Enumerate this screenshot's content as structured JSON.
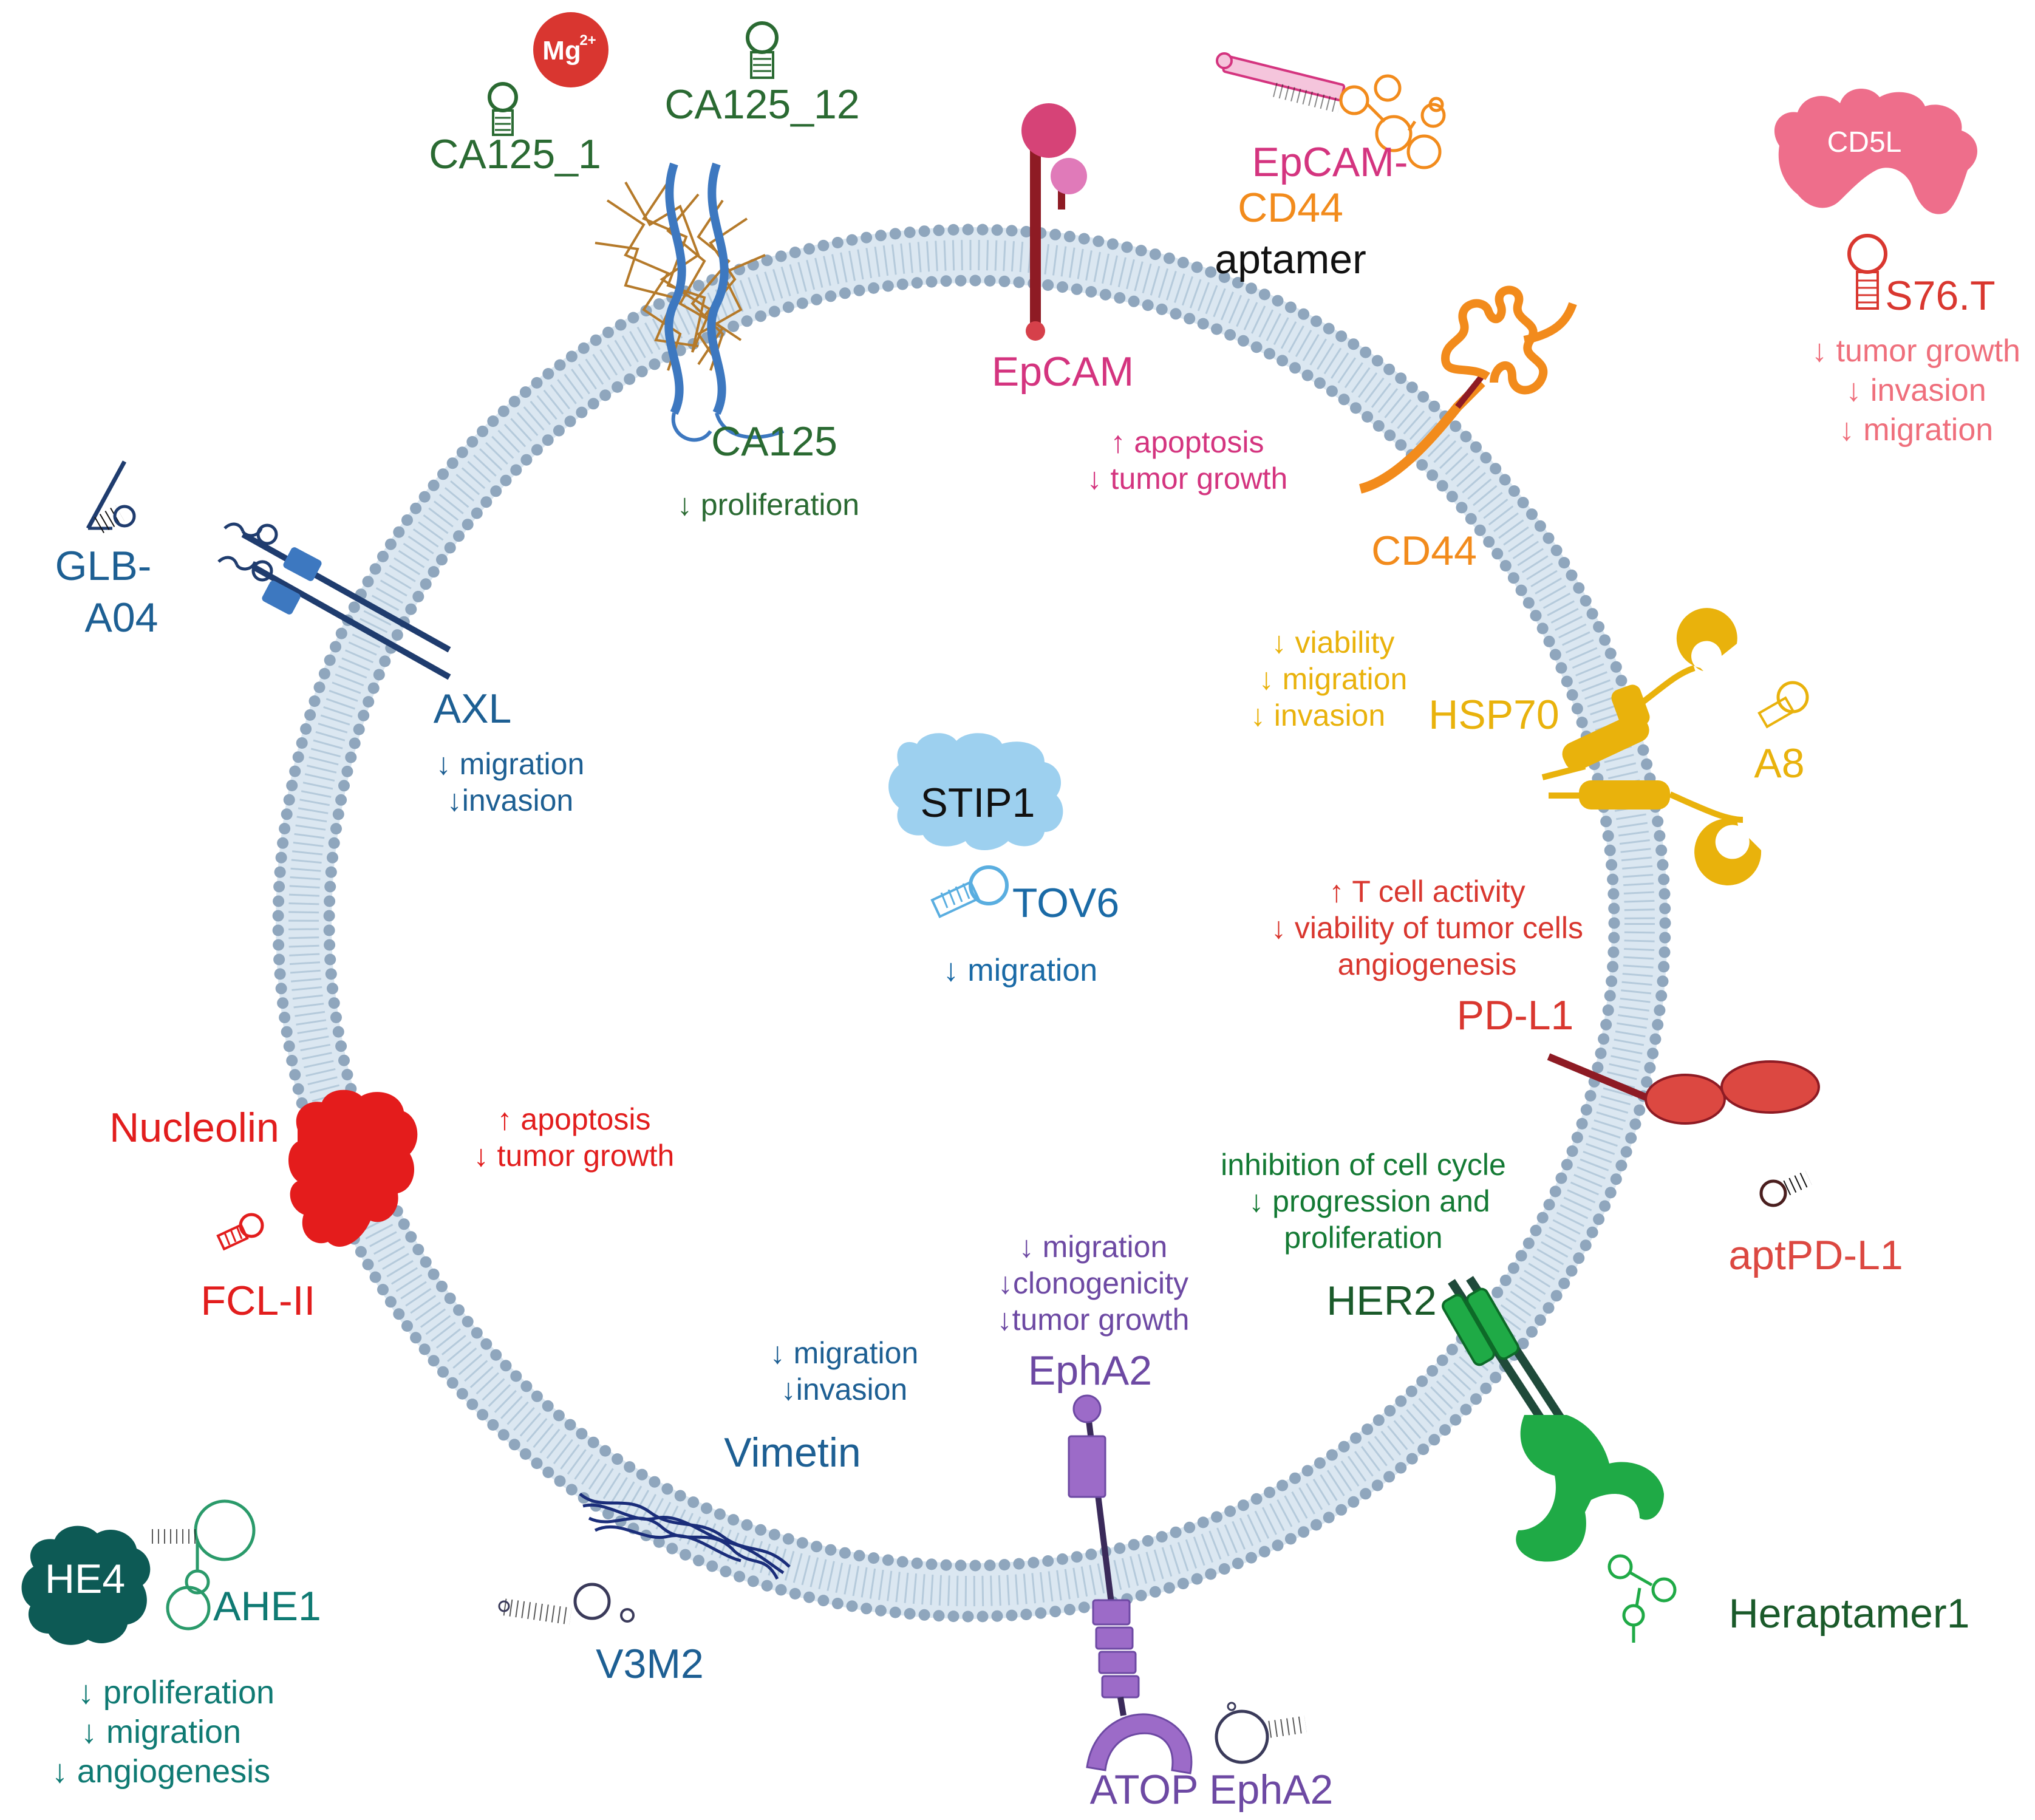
{
  "colors": {
    "membrane": "#8ea7bf",
    "membrane_bead": "#8fa6bd",
    "membrane_fill": "#dbe7f1",
    "ca125": "#2a6a32",
    "epcam": "#d4347f",
    "cd44": "#f28b1c",
    "cd5l": "#e9506b",
    "hsp70": "#e9b20c",
    "axl": "#1d5f93",
    "stip1": "#1a6aa6",
    "pdl1": "#d9372f",
    "nucleolin": "#e21d1d",
    "her2": "#147a34",
    "epha2": "#6d49a3",
    "vimentin": "#1d5f93",
    "he4": "#0f7a73",
    "black": "#111111"
  },
  "labels": {
    "mg": "Mg",
    "mg_sup": "2+",
    "ca125_1": "CA125_1",
    "ca125_12": "CA125_12",
    "ca125": "CA125",
    "ca125_effect": "↓ proliferation",
    "epcam_cd44_line1": "EpCAM-",
    "epcam_cd44_line2": "CD44",
    "epcam_cd44_line3": "aptamer",
    "epcam": "EpCAM",
    "epcam_effect_1": "↑ apoptosis",
    "epcam_effect_2": "↓ tumor growth",
    "cd5l": "CD5L",
    "s76t": "S76.T",
    "s76t_effect_1": "↓ tumor growth",
    "s76t_effect_2": "↓ invasion",
    "s76t_effect_3": "↓ migration",
    "cd44": "CD44",
    "hsp70_effect_1": "↓ viability",
    "hsp70_effect_2": "↓ migration",
    "hsp70_effect_3": "↓ invasion",
    "hsp70": "HSP70",
    "a8": "A8",
    "glb_line1": "GLB-",
    "glb_line2": "A04",
    "axl": "AXL",
    "axl_effect_1": "↓ migration",
    "axl_effect_2": "↓invasion",
    "stip1": "STIP1",
    "tov6": "TOV6",
    "tov6_effect": "↓ migration",
    "pdl1_effect_1": "↑ T cell activity",
    "pdl1_effect_2": "↓ viability of tumor cells",
    "pdl1_effect_3": "angiogenesis",
    "pdl1": "PD-L1",
    "aptpdl1": "aptPD-L1",
    "nucleolin": "Nucleolin",
    "nucleolin_effect_1": "↑ apoptosis",
    "nucleolin_effect_2": "↓ tumor growth",
    "fcl": "FCL-II",
    "her2_effect_1": "inhibition of cell cycle",
    "her2_effect_2": "↓ progression and",
    "her2_effect_3": "proliferation",
    "her2": "HER2",
    "heraptamer": "Heraptamer1",
    "epha2_effect_1": "↓ migration",
    "epha2_effect_2": "↓clonogenicity",
    "epha2_effect_3": "↓tumor growth",
    "epha2": "EphA2",
    "atop": "ATOP EphA2",
    "vim_effect_1": "↓ migration",
    "vim_effect_2": "↓invasion",
    "vimetin": "Vimetin",
    "v3m2": "V3M2",
    "he4": "HE4",
    "ahe1": "AHE1",
    "he4_effect_1": "↓ proliferation",
    "he4_effect_2": "↓ migration",
    "he4_effect_3": "↓ angiogenesis"
  }
}
